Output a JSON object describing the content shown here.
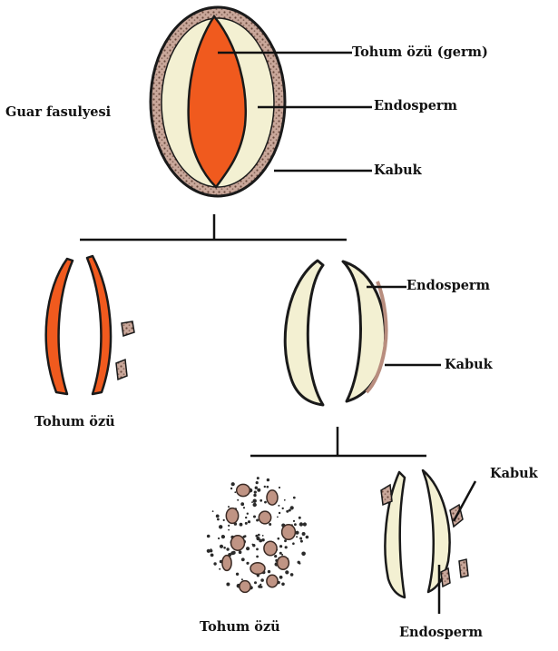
{
  "labels": {
    "seed": "Guar fasulyesi",
    "germ_top": "Tohum özü (germ)",
    "endosperm_top": "Endosperm",
    "hull_top": "Kabuk",
    "germ_left": "Tohum özü",
    "endosperm_mid": "Endosperm",
    "hull_mid": "Kabuk",
    "hull_bottom": "Kabuk",
    "germ_bottom": "Tohum özü",
    "endosperm_bottom": "Endosperm"
  },
  "colors": {
    "germ": "#f05a1e",
    "endosperm": "#f3f0d2",
    "hull": "#c9a79a",
    "outline": "#1a1a1a",
    "line": "#111111"
  }
}
